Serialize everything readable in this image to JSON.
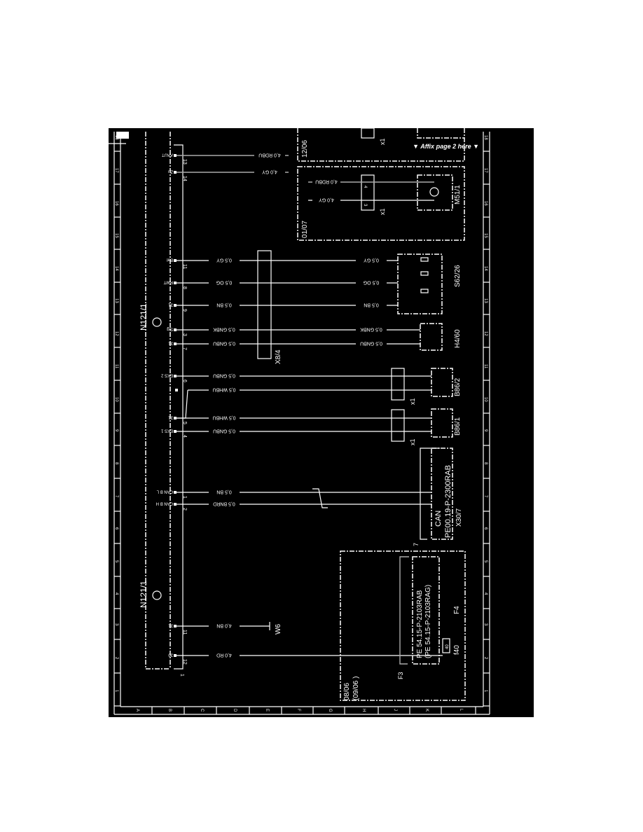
{
  "header": {
    "affix_note": "▼ Affix page 2 here ▼"
  },
  "frame": {
    "rows": [
      "1",
      "2",
      "3",
      "4",
      "5",
      "6",
      "7",
      "8",
      "9",
      "10",
      "11",
      "12",
      "13",
      "14",
      "15",
      "16",
      "17",
      "18"
    ],
    "columns": [
      "A",
      "B",
      "C",
      "D",
      "E",
      "F",
      "G",
      "H",
      "J",
      "K",
      "L"
    ]
  },
  "components": {
    "control_unit": "N121/1",
    "connector_x8": "X8/4",
    "switch_s62": "S62/26",
    "lamp_h4": "H4/60",
    "sensor_b86_2": "B86/2",
    "sensor_b86_1": "B86/1",
    "can_connector": "X30/7",
    "can_label": "CAN",
    "can_ref": "PE00.19-P-2300RAB",
    "motor": "M51/1",
    "ground": "W6",
    "fuse_box": "F4",
    "fuse_block": "F3",
    "fuse": "f40",
    "fuse_rating": "40",
    "fuse_ref_1": "PE 54.15-P-2103RAB",
    "fuse_ref_2": "(PE 54.15-P-2103RAG)",
    "x1": "x1",
    "date_upper_1": "12/06",
    "date_upper_2": "01/07",
    "date_lower_1": "08/06",
    "date_lower_2": "(09/06 )",
    "can_pin_ref": "7",
    "unit_pin_ref": "1"
  },
  "wires": [
    {
      "pin": "13",
      "signal": "AAUT",
      "label": "4,0 RDBU"
    },
    {
      "pin": "14",
      "signal": "Zu",
      "label": "4,0 GY"
    },
    {
      "pin": "11",
      "signal": "Bat",
      "label": "0,5 GY",
      "label2": "0,5 GY"
    },
    {
      "pin": "8",
      "signal": "RWT",
      "label": "0,5 OG",
      "label2": "0,5 OG"
    },
    {
      "pin": "9",
      "signal": "31",
      "label": "0,5 BN",
      "label2": "0,5 BN"
    },
    {
      "pin": "3",
      "signal": "Sig",
      "label": "0,5 GNBK",
      "label2": "0,5 GNBK"
    },
    {
      "pin": "7",
      "signal": "31",
      "label": "0,5 GNBU",
      "label2": "0,5 GNBU"
    },
    {
      "pin": "6",
      "signal": "EKS 2",
      "label": "0,5 GNBU"
    },
    {
      "pin": "",
      "signal": "",
      "label": "0,5 WHBU"
    },
    {
      "pin": "5",
      "signal": "31",
      "label": "0,5 WHBU"
    },
    {
      "pin": "4",
      "signal": "EKS 1",
      "label": "0,5 GNBU"
    },
    {
      "pin": "1",
      "signal": "CAN B L",
      "label": "0,5 BN"
    },
    {
      "pin": "2",
      "signal": "CAN B H",
      "label": "0,5 BNRD"
    },
    {
      "pin": "11",
      "signal": "31",
      "label": "4,0 BN"
    },
    {
      "pin": "12",
      "signal": "30",
      "label": "4,0 RD"
    }
  ],
  "motor_wires": [
    {
      "pin": "4",
      "label": "4,0 RDBU"
    },
    {
      "pin": "3",
      "label": "4,0 GY"
    }
  ]
}
